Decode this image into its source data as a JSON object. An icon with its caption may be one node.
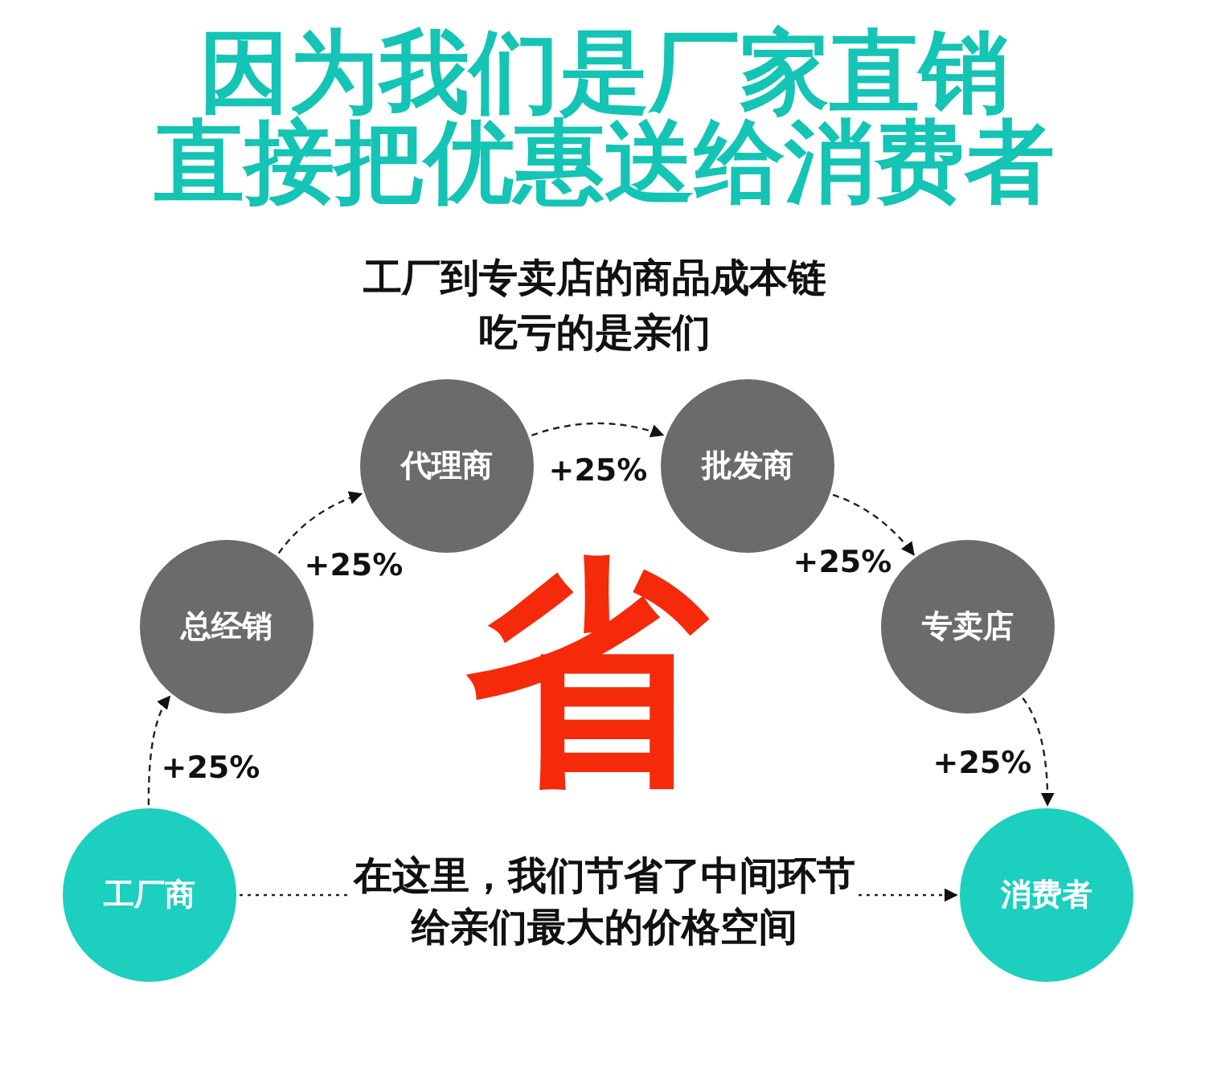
{
  "diagram": {
    "title": "因为我们是厂家直销直接把优惠送给消费者",
    "nodes": [
      {
        "text": [
          "工厂商"
        ]
      },
      {
        "text": [
          "总经销"
        ]
      },
      {
        "text": [
          "代理商"
        ]
      },
      {
        "text": [
          "批发商"
        ]
      },
      {
        "text": [
          "专卖店"
        ]
      },
      {
        "text": [
          "消费者"
        ]
      }
    ],
    "edges": [
      {
        "from": 0,
        "to": 1,
        "arrow": "to",
        "label": "+25%",
        "style": "dashed"
      },
      {
        "from": 1,
        "to": 2,
        "arrow": "to",
        "label": "+25%",
        "style": "dashed"
      },
      {
        "from": 2,
        "to": 3,
        "arrow": "to",
        "label": "+25%",
        "style": "dashed"
      },
      {
        "from": 3,
        "to": 4,
        "arrow": "to",
        "label": "+25%",
        "style": "dashed"
      },
      {
        "from": 4,
        "to": 5,
        "arrow": "to",
        "label": "+25%",
        "style": "dashed"
      },
      {
        "from": 0,
        "to": 5,
        "arrow": "to",
        "label": "在这里，我们节省了中间环节给亲们最大的价格空间",
        "style": "dashed"
      }
    ],
    "labels": [
      "工厂到专卖店的商品成本链吃亏的是亲们",
      "省"
    ]
  }
}
